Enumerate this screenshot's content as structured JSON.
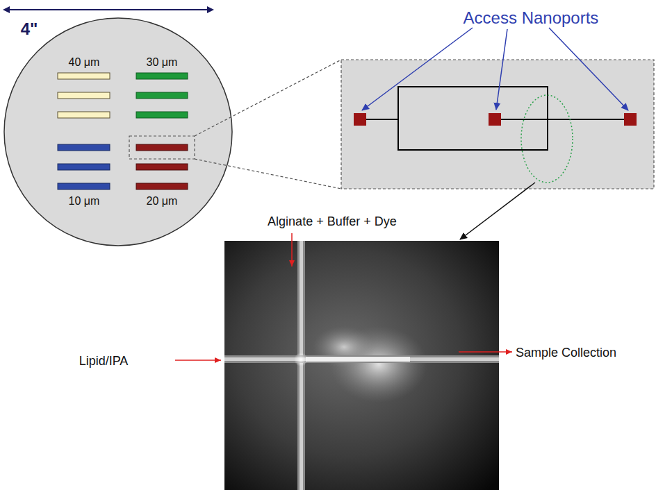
{
  "diagram": {
    "labels": [
      "4\"",
      "40 μm",
      "30 μm",
      "10 μm",
      "20 μm",
      "Access Nanoports",
      "Alginate + Buffer + Dye",
      "Lipid/IPA",
      "Sample Collection"
    ]
  }
}
